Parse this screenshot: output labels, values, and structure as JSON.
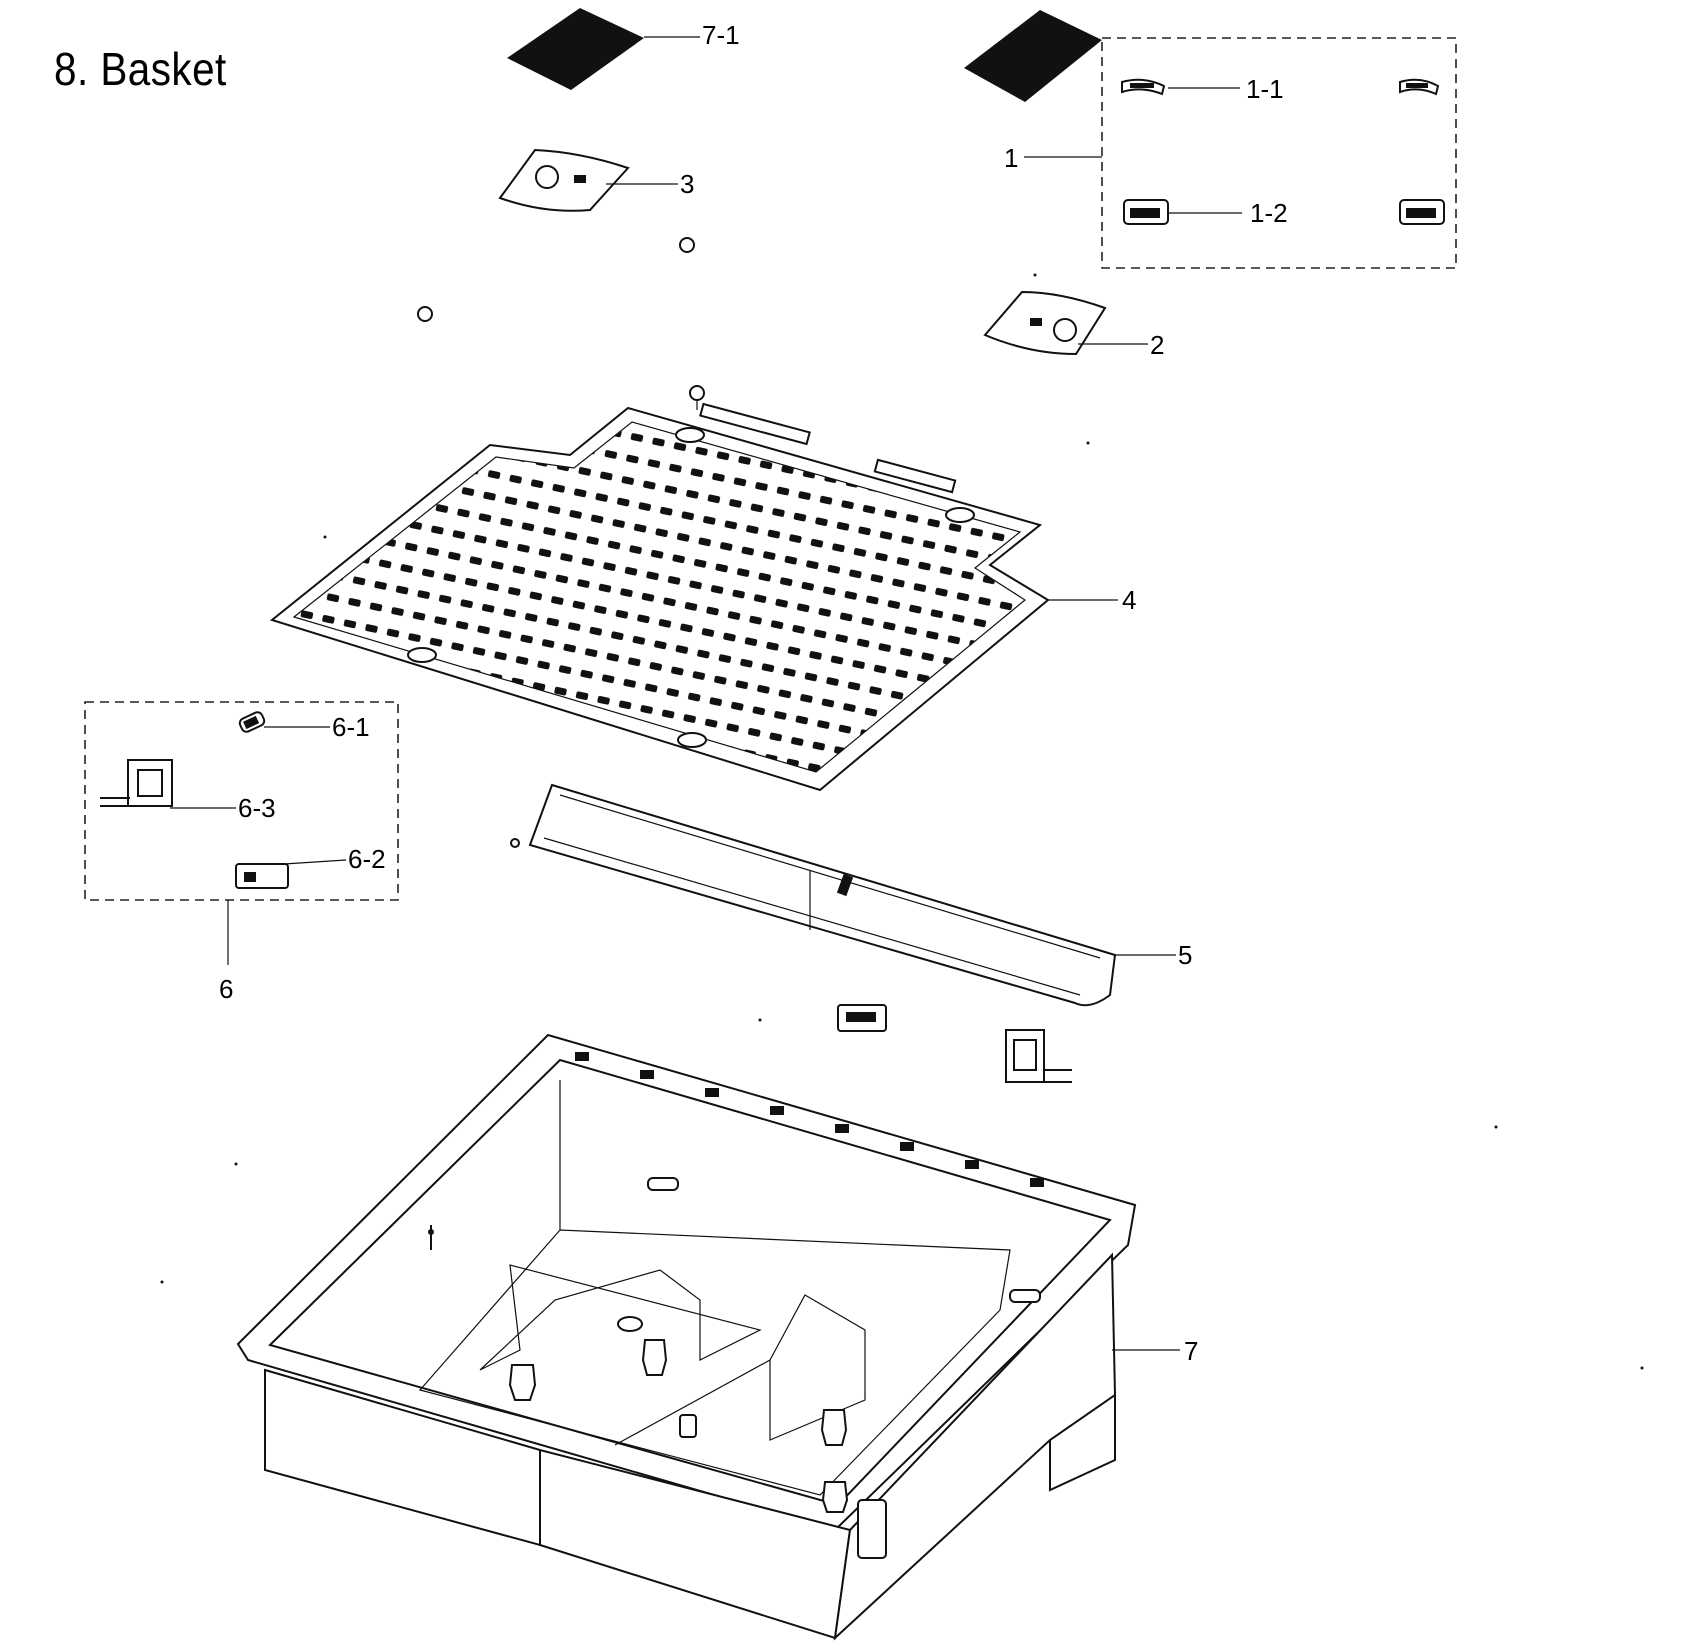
{
  "title": "8. Basket",
  "callouts": {
    "c7_1": "7-1",
    "c1": "1",
    "c1_1": "1-1",
    "c1_2": "1-2",
    "c3": "3",
    "c2": "2",
    "c4": "4",
    "c5": "5",
    "c6": "6",
    "c6_1": "6-1",
    "c6_2": "6-2",
    "c6_3": "6-3",
    "c7": "7"
  }
}
